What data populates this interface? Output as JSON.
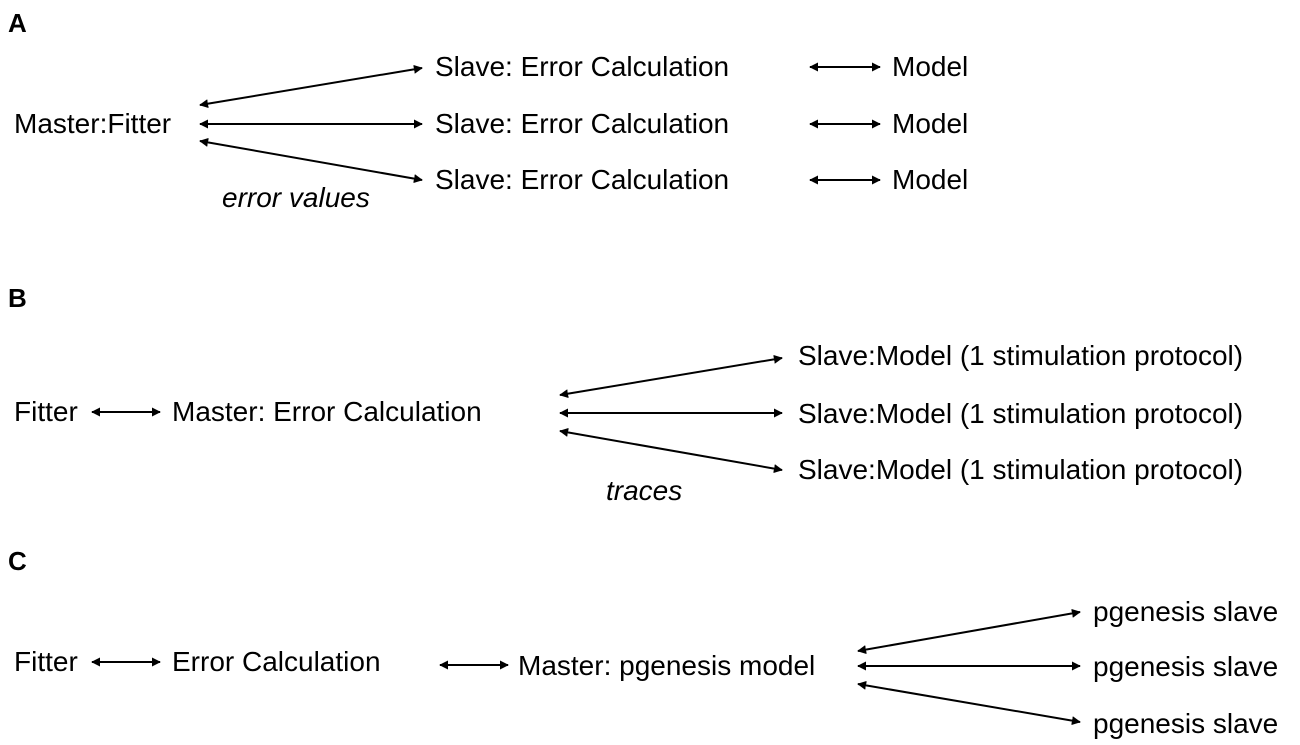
{
  "panels": {
    "a": {
      "label": "A",
      "master": "Master:Fitter",
      "slaves": [
        "Slave: Error Calculation",
        "Slave: Error Calculation",
        "Slave: Error Calculation"
      ],
      "models": [
        "Model",
        "Model",
        "Model"
      ],
      "edge_label": "error values"
    },
    "b": {
      "label": "B",
      "fitter": "Fitter",
      "master": "Master: Error Calculation",
      "slaves": [
        "Slave:Model (1 stimulation protocol)",
        "Slave:Model (1 stimulation protocol)",
        "Slave:Model (1 stimulation protocol)"
      ],
      "edge_label": "traces"
    },
    "c": {
      "label": "C",
      "fitter": "Fitter",
      "error_calc": "Error Calculation",
      "master": "Master: pgenesis model",
      "slaves": [
        "pgenesis slave",
        "pgenesis slave",
        "pgenesis slave"
      ]
    }
  },
  "style": {
    "ink": "#000000",
    "background": "#ffffff"
  }
}
